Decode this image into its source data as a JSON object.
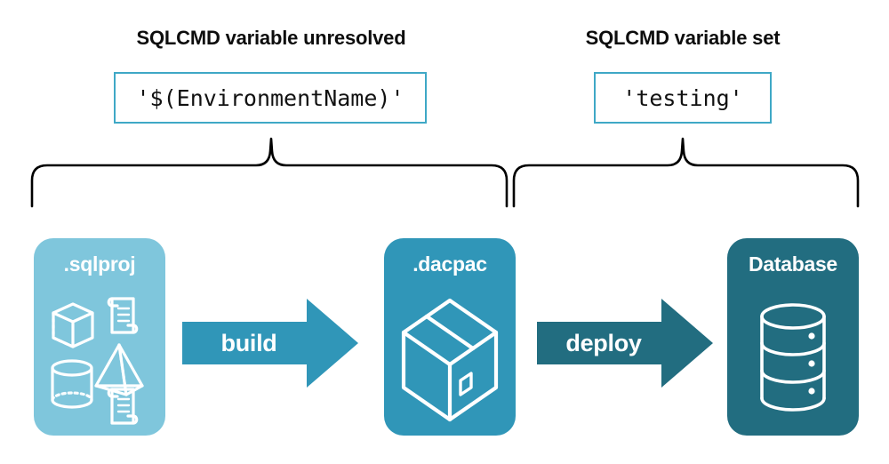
{
  "diagram": {
    "title_left": "SQLCMD variable unresolved",
    "title_right": "SQLCMD variable set",
    "value_left": "'$(EnvironmentName)'",
    "value_right": "'testing'",
    "colors": {
      "box_border": "#3FA8C6",
      "sqlproj_fill": "#7FC6DC",
      "dacpac_fill": "#3096B8",
      "database_fill": "#226D80",
      "build_arrow_fill": "#3096B8",
      "deploy_arrow_fill": "#226D80",
      "brace_stroke": "#000000",
      "icon_stroke": "#FFFFFF",
      "text_dark": "#0D0D0D"
    },
    "stages": [
      {
        "id": "sqlproj",
        "label": ".sqlproj",
        "icon": "shapes-and-scrolls-icon"
      },
      {
        "id": "dacpac",
        "label": ".dacpac",
        "icon": "package-box-icon"
      },
      {
        "id": "database",
        "label": "Database",
        "icon": "database-cylinder-icon"
      }
    ],
    "arrows": [
      {
        "id": "build",
        "label": "build"
      },
      {
        "id": "deploy",
        "label": "deploy"
      }
    ],
    "braces": [
      {
        "id": "left-brace",
        "spans": "sqlproj-to-dacpac"
      },
      {
        "id": "right-brace",
        "spans": "dacpac-to-database"
      }
    ]
  }
}
